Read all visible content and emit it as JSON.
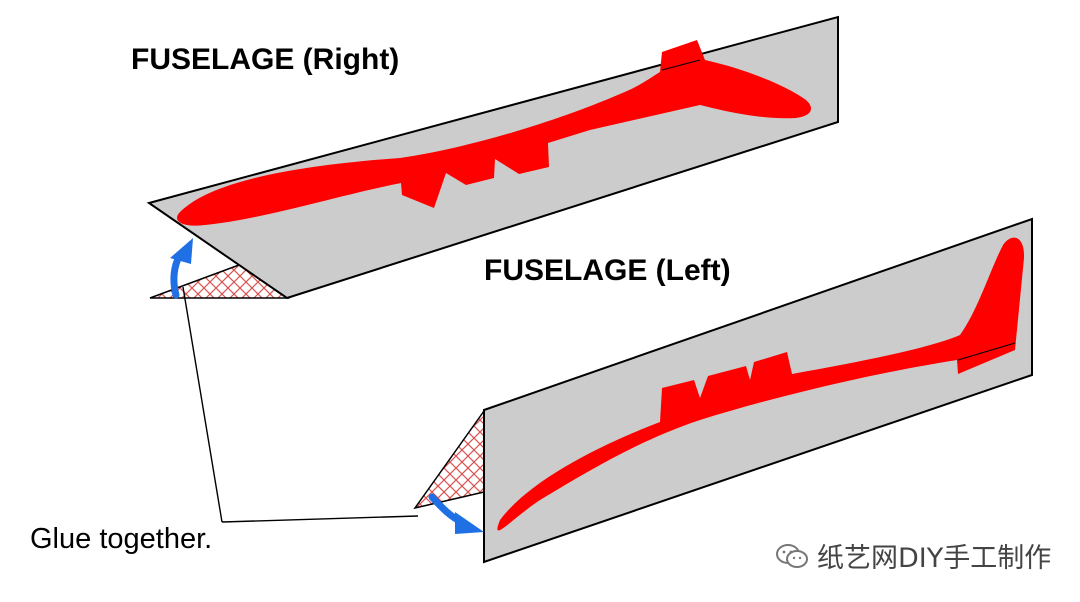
{
  "labels": {
    "fuselage_right": "FUSELAGE (Right)",
    "fuselage_left": "FUSELAGE (Left)",
    "glue": "Glue together."
  },
  "watermark": {
    "text": "纸艺网DIY手工制作",
    "icon": "wechat-icon"
  },
  "colors": {
    "sheet": "#cccccc",
    "sheet_outline": "#000000",
    "fuselage": "#ff0000",
    "tab_hatch": "#d9534f",
    "arrow": "#1f6fe5"
  }
}
